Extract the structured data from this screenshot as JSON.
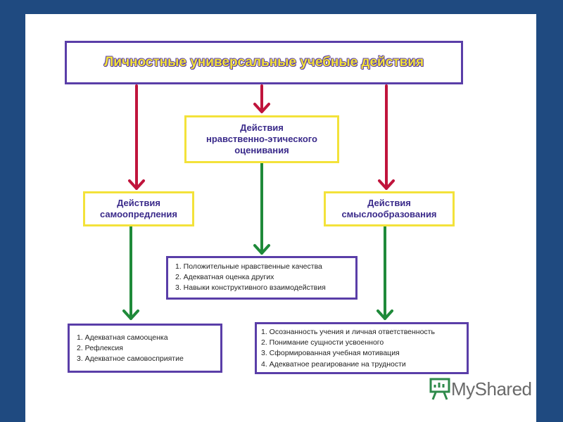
{
  "title": "Личностные универсальные учебные действия",
  "middle_box": {
    "line1": "Действия",
    "line2": "нравственно-этического",
    "line3": "оценивания"
  },
  "left_box": {
    "line1": "Действия",
    "line2": "самоопредления"
  },
  "right_box": {
    "line1": "Действия",
    "line2": "смыслообразования"
  },
  "middle_list": [
    "1. Положительные нравственные качества",
    "2. Адекватная оценка других",
    "3. Навыки конструктивного взаимодействия"
  ],
  "left_list": [
    "1. Адекватная самооценка",
    "2. Рефлексия",
    "3. Адекватное самовосприятие"
  ],
  "right_list": [
    "1. Осознанность учения и личная ответственность",
    "2. Понимание сущности усвоенного",
    "3. Сформированная учебная мотивация",
    "4. Адекватное реагирование на трудности"
  ],
  "watermark": {
    "text": "MyShared",
    "icon": "presentation-board-icon"
  },
  "colors": {
    "background": "#1f4a80",
    "title_border": "#5a3ea8",
    "yellow_border": "#f3e23a",
    "red_arrow": "#c0143c",
    "green_arrow": "#1f8a3a"
  }
}
